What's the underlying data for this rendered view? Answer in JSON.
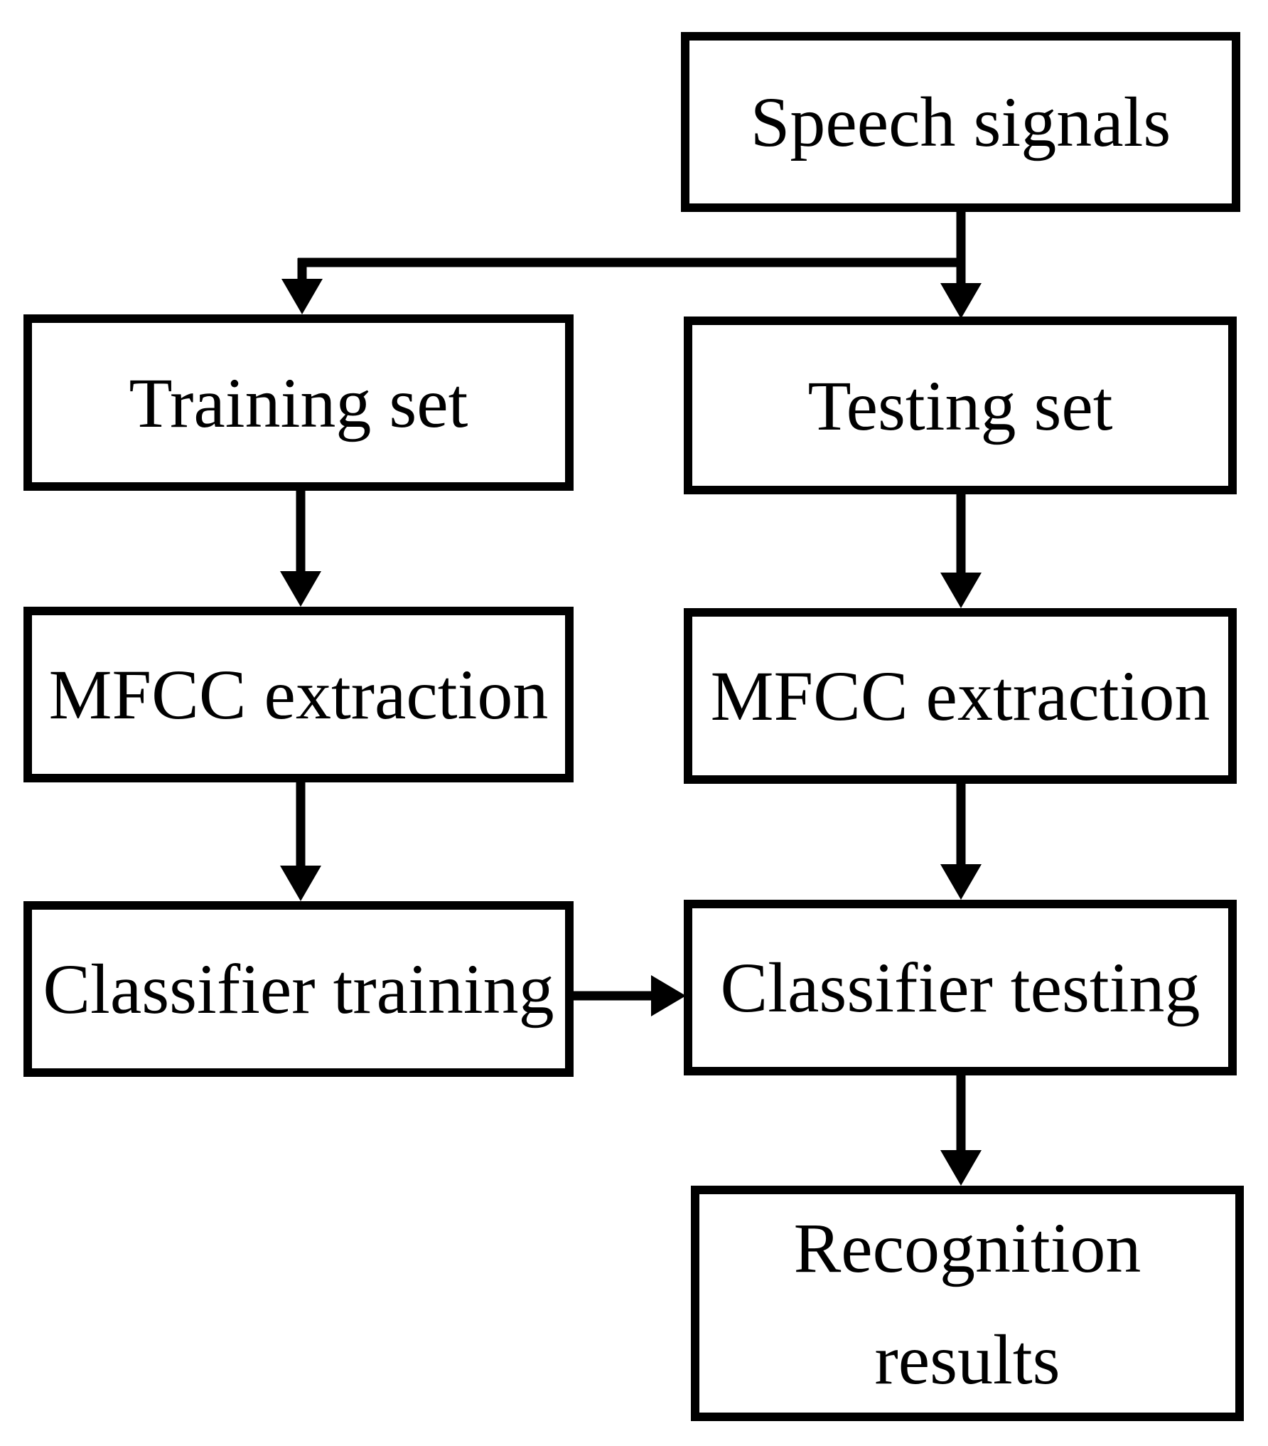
{
  "diagram": {
    "type": "flowchart",
    "background_color": "#ffffff",
    "stroke_color": "#000000",
    "text_color": "#000000",
    "nodes": {
      "speech_signals": {
        "label": "Speech signals"
      },
      "training_set": {
        "label": "Training set"
      },
      "testing_set": {
        "label": "Testing set"
      },
      "mfcc_extraction_train": {
        "label": "MFCC extraction"
      },
      "mfcc_extraction_test": {
        "label": "MFCC extraction"
      },
      "classifier_training": {
        "label": "Classifier training"
      },
      "classifier_testing": {
        "label": "Classifier testing"
      },
      "recognition_results": {
        "lines": [
          "Recognition",
          "results"
        ]
      }
    },
    "edges": [
      {
        "from": "speech_signals",
        "to": "training_set"
      },
      {
        "from": "speech_signals",
        "to": "testing_set"
      },
      {
        "from": "training_set",
        "to": "mfcc_extraction_train"
      },
      {
        "from": "testing_set",
        "to": "mfcc_extraction_test"
      },
      {
        "from": "mfcc_extraction_train",
        "to": "classifier_training"
      },
      {
        "from": "mfcc_extraction_test",
        "to": "classifier_testing"
      },
      {
        "from": "classifier_training",
        "to": "classifier_testing"
      },
      {
        "from": "classifier_testing",
        "to": "recognition_results"
      }
    ]
  }
}
